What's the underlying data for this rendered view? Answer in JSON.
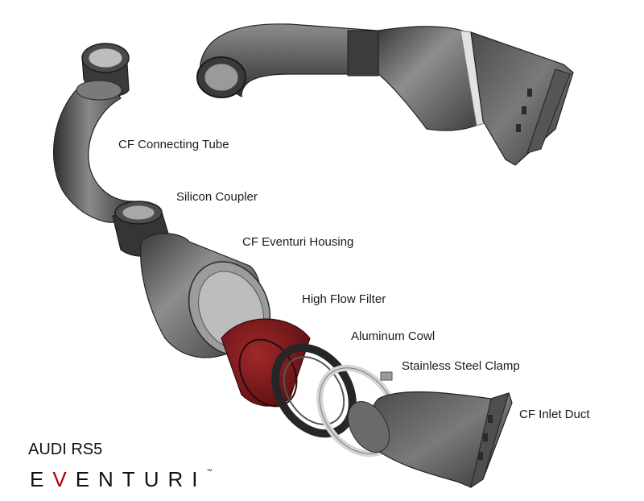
{
  "parts": [
    {
      "id": "connecting-tube",
      "label": "CF Connecting Tube"
    },
    {
      "id": "silicon-coupler",
      "label": "Silicon Coupler"
    },
    {
      "id": "eventuri-housing",
      "label": "CF Eventuri Housing"
    },
    {
      "id": "high-flow-filter",
      "label": "High Flow Filter"
    },
    {
      "id": "aluminum-cowl",
      "label": "Aluminum Cowl"
    },
    {
      "id": "steel-clamp",
      "label": "Stainless Steel Clamp"
    },
    {
      "id": "inlet-duct",
      "label": "CF Inlet Duct"
    }
  ],
  "model": "AUDI RS5",
  "brand": {
    "prefix": "E",
    "accent": "V",
    "suffix": "ENTURI",
    "trademark": "™"
  },
  "colors": {
    "carbon": "#5a5a5a",
    "filter": "#7a1a1c",
    "clamp": "#d8d8d8",
    "brand_accent": "#b00000"
  }
}
